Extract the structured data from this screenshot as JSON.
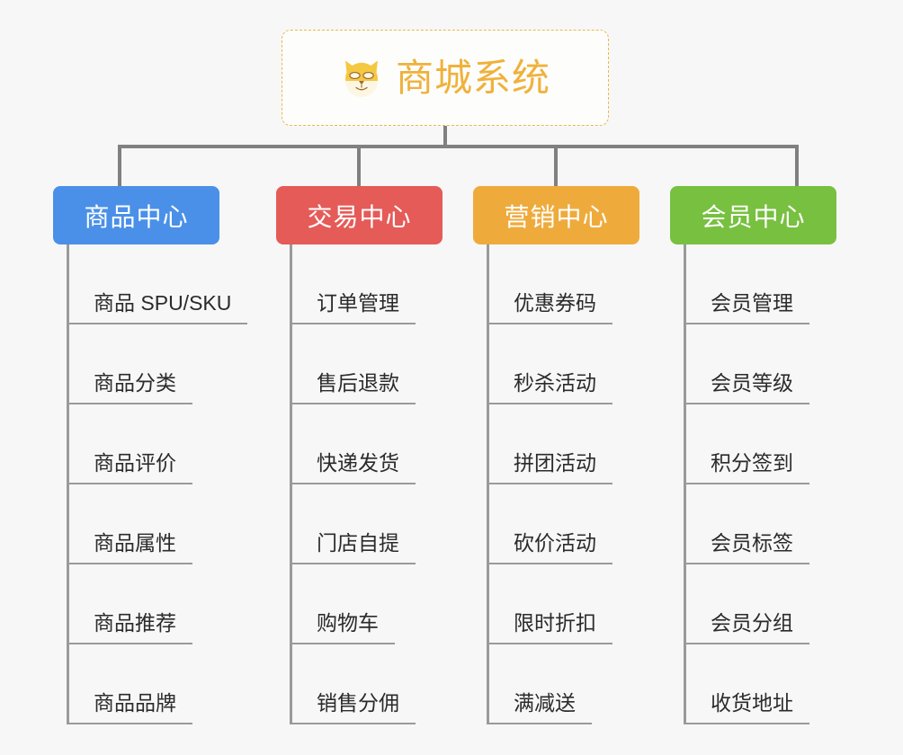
{
  "root": {
    "title": "商城系统",
    "icon": "shiba-dog-face-icon",
    "border_color": "#e8b94a",
    "text_color": "#f0b13b",
    "background": "#fdfdfc"
  },
  "canvas": {
    "background": "#f7f7f7",
    "connector_color": "#808080",
    "leaf_line_color": "#9a9a9a"
  },
  "branches": [
    {
      "label": "商品中心",
      "color": "#4a90e8",
      "leaves": [
        "商品 SPU/SKU",
        "商品分类",
        "商品评价",
        "商品属性",
        "商品推荐",
        "商品品牌"
      ]
    },
    {
      "label": "交易中心",
      "color": "#e55b58",
      "leaves": [
        "订单管理",
        "售后退款",
        "快递发货",
        "门店自提",
        "购物车",
        "销售分佣"
      ]
    },
    {
      "label": "营销中心",
      "color": "#eeab3c",
      "leaves": [
        "优惠券码",
        "秒杀活动",
        "拼团活动",
        "砍价活动",
        "限时折扣",
        "满减送"
      ]
    },
    {
      "label": "会员中心",
      "color": "#78c040",
      "leaves": [
        "会员管理",
        "会员等级",
        "积分签到",
        "会员标签",
        "会员分组",
        "收货地址"
      ]
    }
  ]
}
